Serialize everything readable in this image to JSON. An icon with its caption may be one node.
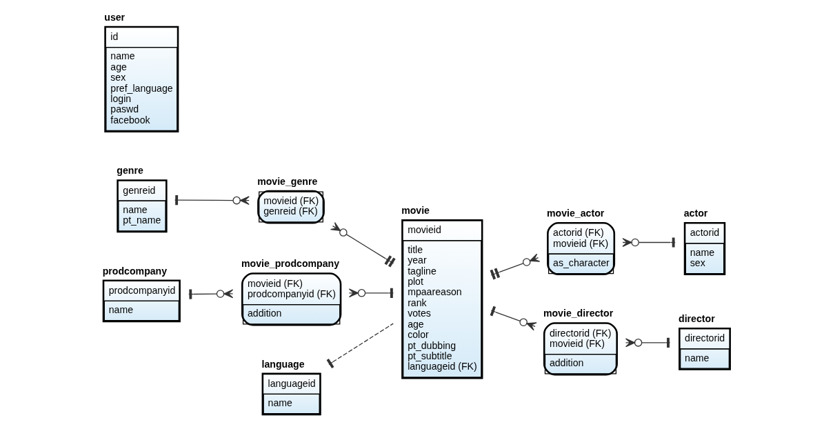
{
  "diagram": {
    "nodes": [
      {
        "text": [
          "genre",
          "genreid",
          "name pt_name"
        ]
      },
      {
        "text": [
          "movie_genre",
          "movieid (FK) genreid (FK)"
        ]
      },
      {
        "text": [
          "movie_actor",
          "actorid (FK) movieid (FK)",
          "as_character"
        ]
      },
      {
        "text": [
          "actor",
          "actorid",
          "name sex"
        ]
      },
      {
        "text": [
          "movie",
          "movieid",
          "title year tagline plot mpaareason rank votes age color pt_dubbing pt_subtitle languageid (FK)"
        ]
      },
      {
        "text": [
          "prodcompany",
          "prodcompanyid",
          "name"
        ]
      },
      {
        "text": [
          "movie_prodcompany",
          "movieid (FK) prodcompanyid (FK)",
          "addition"
        ]
      },
      {
        "text": [
          "movie_director",
          "directorid (FK) movieid (FK)",
          "addition"
        ]
      },
      {
        "text": [
          "director",
          "directorid",
          "name"
        ]
      },
      {
        "text": [
          "user",
          "id",
          "name age sex pref_language login paswd facebook"
        ]
      },
      {
        "text": [
          "language",
          "languageid",
          "name"
        ]
      }
    ],
    "edges": [
      {
        "from": 0,
        "to": 1,
        "arrow": "other"
      },
      {
        "from": 1,
        "to": 4,
        "arrow": "other"
      },
      {
        "from": 4,
        "to": 2,
        "arrow": "other"
      },
      {
        "from": 2,
        "to": 3,
        "arrow": "other"
      },
      {
        "from": 5,
        "to": 6,
        "arrow": "other"
      },
      {
        "from": 6,
        "to": 4,
        "arrow": "other"
      },
      {
        "from": 4,
        "to": 7,
        "arrow": "other"
      },
      {
        "from": 7,
        "to": 8,
        "arrow": "other"
      },
      {
        "from": 10,
        "to": 4,
        "arrow": "other",
        "style": "dashed"
      }
    ]
  }
}
